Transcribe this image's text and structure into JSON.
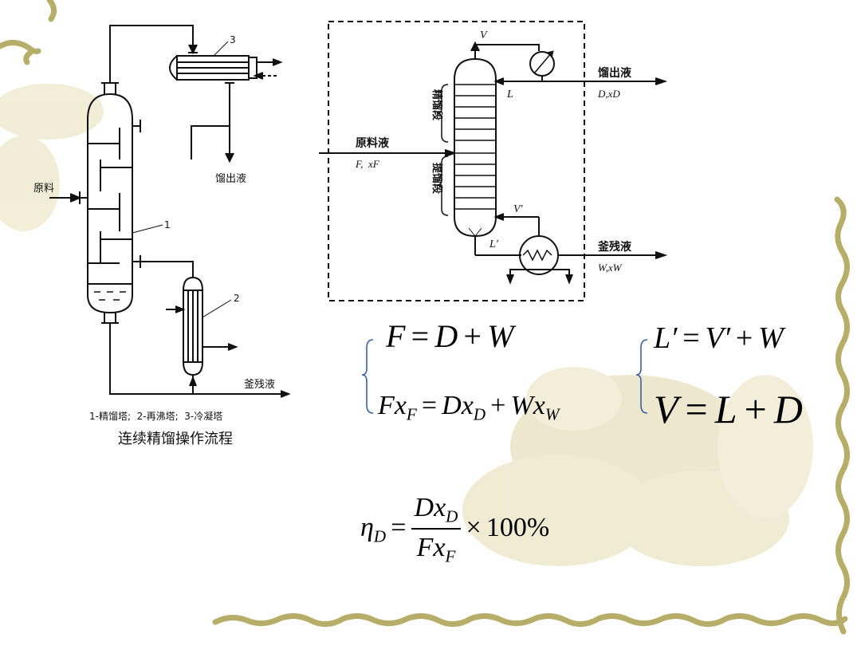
{
  "left_diagram": {
    "label_feed": "原料",
    "label_distillate": "馏出液",
    "label_bottoms": "釜残液",
    "num_column": "1",
    "num_reboiler": "2",
    "num_condenser": "3",
    "legend": "1-精馏塔;  2-再沸塔;  3-冷凝塔",
    "caption": "连续精馏操作流程"
  },
  "right_diagram": {
    "label_V": "V",
    "label_L": "L",
    "label_Vp": "V'",
    "label_Lp": "L'",
    "label_distillate": "馏出液",
    "label_distillate_vars": "D,xD",
    "label_feed": "原料液",
    "label_feed_vars": "F,  xF",
    "label_bottoms": "釜残液",
    "label_bottoms_vars": "W,xW",
    "label_rect_section": "精馏段",
    "label_strip_section": "提馏段"
  },
  "equations": {
    "eq1": "F = D + W",
    "eq2": "FxF = DxD + WxW",
    "eq3": "L′ = V′ + W",
    "eq4": "V = L + D",
    "eq5": "ηD = DxD / FxF × 100%"
  },
  "colors": {
    "vine": "#b6ad68",
    "vine_dark": "#8e8748",
    "watermark": "#ece6c8",
    "ink": "#111111"
  }
}
